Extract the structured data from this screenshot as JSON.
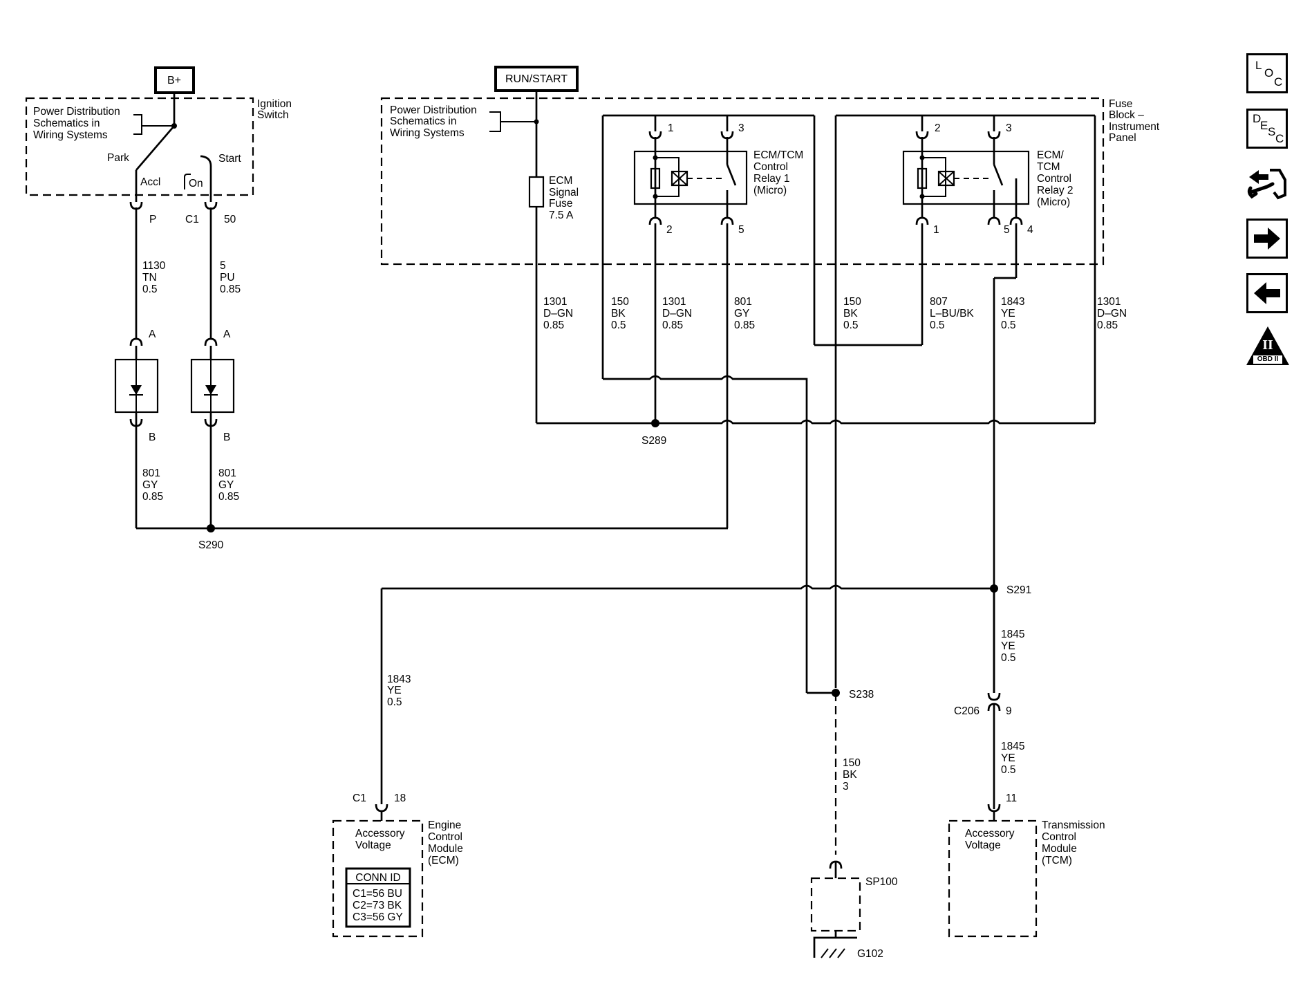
{
  "top_labels": {
    "bplus": "B+",
    "run_start": "RUN/START"
  },
  "ignition": {
    "pd_line1": "Power Distribution",
    "pd_line2": "Schematics in",
    "pd_line3": "Wiring Systems",
    "title1": "Ignition",
    "title2": "Switch",
    "park": "Park",
    "start": "Start",
    "accl": "Accl",
    "on": "On",
    "p": "P",
    "c1": "C1",
    "fifty": "50"
  },
  "fuse_block": {
    "pd_line1": "Power Distribution",
    "pd_line2": "Schematics in",
    "pd_line3": "Wiring Systems",
    "title1": "Fuse",
    "title2": "Block –",
    "title3": "Instrument",
    "title4": "Panel",
    "fuse1": "ECM",
    "fuse2": "Signal",
    "fuse3": "Fuse",
    "fuse4": "7.5 A",
    "relay1_l1": "ECM/TCM",
    "relay1_l2": "Control",
    "relay1_l3": "Relay 1",
    "relay1_l4": "(Micro)",
    "relay2_l1": "ECM/",
    "relay2_l2": "TCM",
    "relay2_l3": "Control",
    "relay2_l4": "Relay 2",
    "relay2_l5": "(Micro)",
    "r1_pin1": "1",
    "r1_pin3": "3",
    "r1_pin2": "2",
    "r1_pin5": "5",
    "r2_pin2": "2",
    "r2_pin3": "3",
    "r2_pin1": "1",
    "r2_pin5": "5",
    "r2_pin4": "4"
  },
  "wires": {
    "w1130": [
      "1130",
      "TN",
      "0.5"
    ],
    "w5": [
      "5",
      "PU",
      "0.85"
    ],
    "w801a": [
      "801",
      "GY",
      "0.85"
    ],
    "w801b": [
      "801",
      "GY",
      "0.85"
    ],
    "w1301a": [
      "1301",
      "D–GN",
      "0.85"
    ],
    "w150a": [
      "150",
      "BK",
      "0.5"
    ],
    "w1301b": [
      "1301",
      "D–GN",
      "0.85"
    ],
    "w801c": [
      "801",
      "GY",
      "0.85"
    ],
    "w150b": [
      "150",
      "BK",
      "0.5"
    ],
    "w807": [
      "807",
      "L–BU/BK",
      "0.5"
    ],
    "w1843a": [
      "1843",
      "YE",
      "0.5"
    ],
    "w1301c": [
      "1301",
      "D–GN",
      "0.85"
    ],
    "w1843b": [
      "1843",
      "YE",
      "0.5"
    ],
    "w1845a": [
      "1845",
      "YE",
      "0.5"
    ],
    "w150c": [
      "150",
      "BK",
      "3"
    ],
    "w1845b": [
      "1845",
      "YE",
      "0.5"
    ]
  },
  "diodes": {
    "a1": "A",
    "b1": "B",
    "a2": "A",
    "b2": "B"
  },
  "splices": {
    "s289": "S289",
    "s290": "S290",
    "s291": "S291",
    "s238": "S238"
  },
  "ecm": {
    "c1": "C1",
    "pin": "18",
    "inner1": "Accessory",
    "inner2": "Voltage",
    "title1": "Engine",
    "title2": "Control",
    "title3": "Module",
    "title4": "(ECM)",
    "conn_title": "CONN ID",
    "conn1": "C1=56 BU",
    "conn2": "C2=73 BK",
    "conn3": "C3=56 GY"
  },
  "tcm": {
    "c206": "C206",
    "pin9": "9",
    "pin11": "11",
    "inner1": "Accessory",
    "inner2": "Voltage",
    "title1": "Transmission",
    "title2": "Control",
    "title3": "Module",
    "title4": "(TCM)"
  },
  "ground": {
    "sp100": "SP100",
    "g102": "G102"
  },
  "nav": {
    "loc_l": "L",
    "loc_o": "O",
    "loc_c": "C",
    "desc_d": "D",
    "desc_e": "E",
    "desc_s": "S",
    "desc_c": "C",
    "obd_roman": "II",
    "obd_text": "OBD II",
    "icons": [
      "loc-icon",
      "desc-icon",
      "connector-wrench-icon",
      "arrow-right-icon",
      "arrow-left-icon",
      "obd2-icon"
    ]
  }
}
